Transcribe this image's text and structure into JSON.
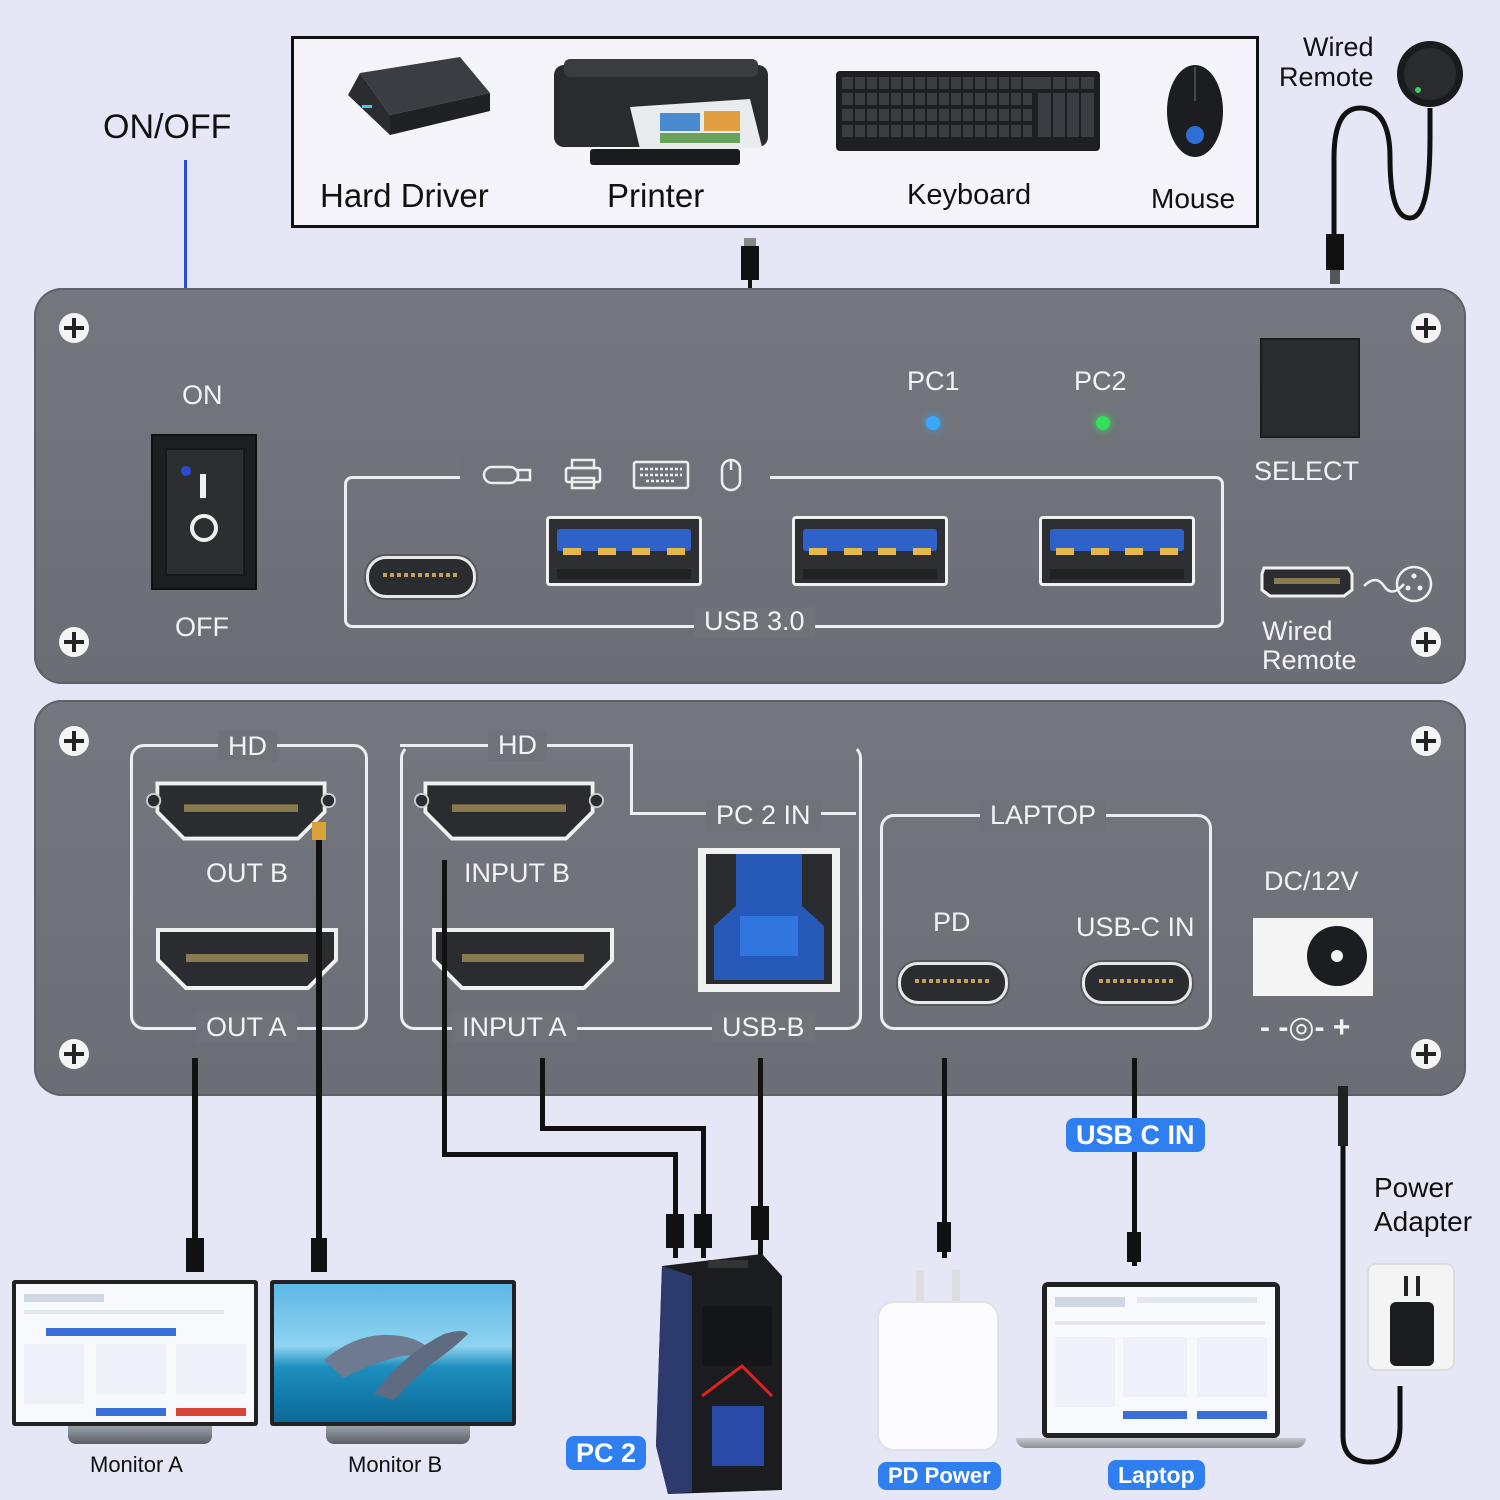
{
  "devices_box": {
    "hard_driver": "Hard Driver",
    "printer": "Printer",
    "keyboard": "Keyboard",
    "mouse": "Mouse"
  },
  "top_left": {
    "on_off": "ON/OFF"
  },
  "wired_remote_top": {
    "line1": "Wired",
    "line2": "Remote"
  },
  "front_panel": {
    "switch_on": "ON",
    "switch_off": "OFF",
    "pc1": "PC1",
    "pc2": "PC2",
    "select": "SELECT",
    "usb30": "USB 3.0",
    "wired_remote_line1": "Wired",
    "wired_remote_line2": "Remote",
    "led_colors": {
      "pc1": "#39a9ff",
      "pc2": "#33e05a"
    }
  },
  "back_panel": {
    "hd_left": "HD",
    "hd_mid": "HD",
    "out_b": "OUT B",
    "out_a": "OUT A",
    "input_b": "INPUT B",
    "input_a": "INPUT A",
    "pc2_in": "PC 2 IN",
    "usb_b": "USB-B",
    "laptop": "LAPTOP",
    "pd": "PD",
    "usbc_in": "USB-C IN",
    "dc12v": "DC/12V",
    "polarity": "- -◎- +"
  },
  "bottom": {
    "monitor_a": "Monitor A",
    "monitor_b": "Monitor B",
    "pc2_badge": "PC 2",
    "pd_power_badge": "PD Power",
    "laptop_badge": "Laptop",
    "usb_c_in_badge": "USB C IN",
    "power_adapter_line1": "Power",
    "power_adapter_line2": "Adapter"
  },
  "colors": {
    "accent": "#2f7ff0",
    "panel": "#6f7279",
    "background": "#e6e7f6",
    "switch_line": "#2b4bd6"
  }
}
